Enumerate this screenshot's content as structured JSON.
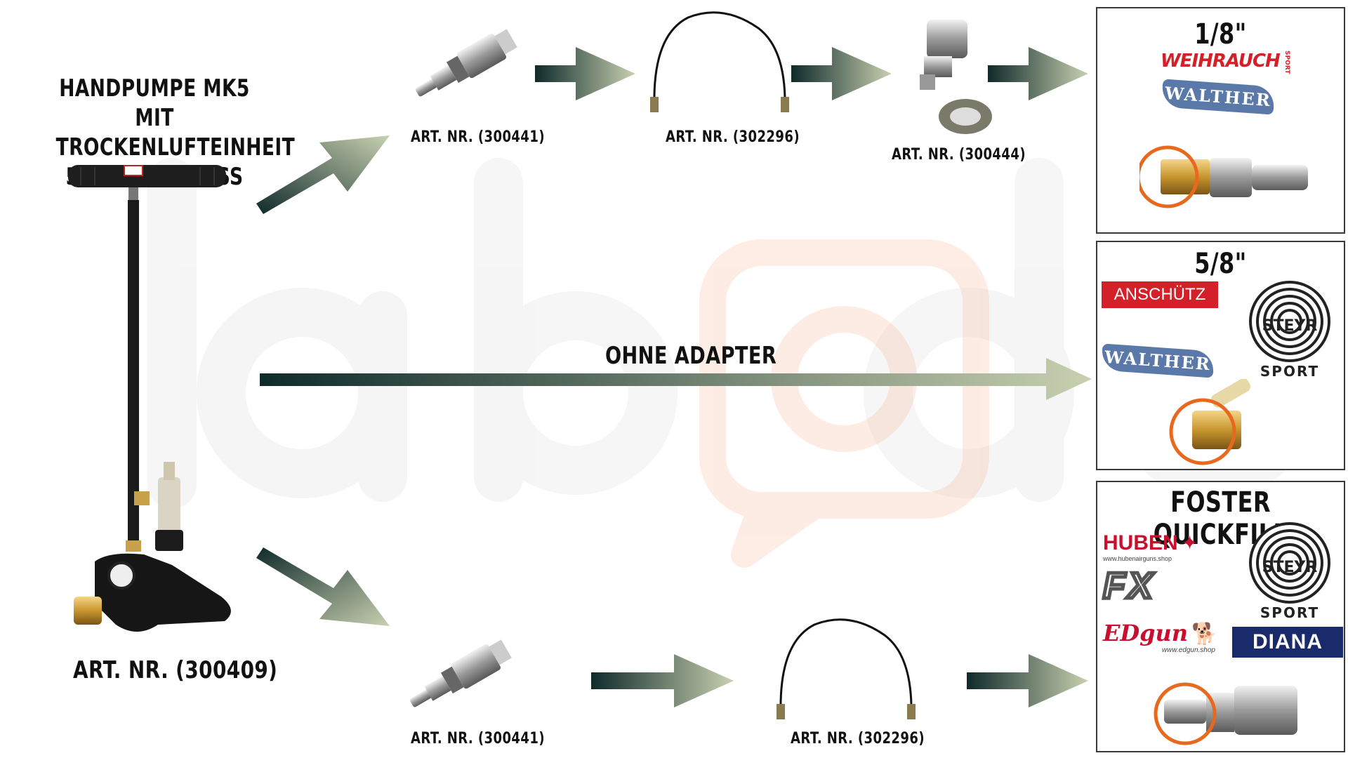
{
  "pump": {
    "title_line1": "HANDPUMPE MK5",
    "title_line2": "MIT TROCKENLUFTEINHEIT",
    "title_line3": "5/8\" ANSCHLUSS",
    "art_nr": "ART. NR. (300409)"
  },
  "top_row": {
    "items": [
      {
        "art_nr": "ART. NR. (300441)"
      },
      {
        "art_nr": "ART. NR. (302296)"
      },
      {
        "art_nr": "ART. NR. (300444)"
      }
    ]
  },
  "middle_row": {
    "label": "OHNE ADAPTER"
  },
  "bottom_row": {
    "items": [
      {
        "art_nr": "ART. NR. (300441)"
      },
      {
        "art_nr": "ART. NR. (302296)"
      }
    ]
  },
  "boxes": [
    {
      "title": "1/8\"",
      "logos": [
        "WEIHRAUCH",
        "SPORT",
        "WALTHER"
      ]
    },
    {
      "title": "5/8\"",
      "logos": [
        "ANSCHÜTZ",
        "WALTHER",
        "STEYR",
        "SPORT"
      ]
    },
    {
      "title": "FOSTER QUICKFILL",
      "logos": [
        "HUBEN",
        "www.hubenairguns.shop",
        "FX",
        "EDgun",
        "www.edgun.shop",
        "STEYR",
        "SPORT",
        "DIANA"
      ]
    }
  ],
  "watermark": {
    "text": "jabolo"
  },
  "colors": {
    "arrow_dark": "#0f2a2a",
    "arrow_light": "#c8d0b0",
    "highlight_ring": "#e8691e",
    "anschutz_red": "#d42028",
    "diana_blue": "#1a2b6b",
    "huben_red": "#c8102e"
  }
}
